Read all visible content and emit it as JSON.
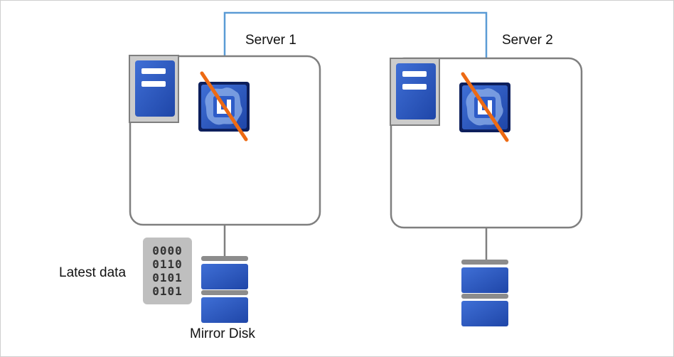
{
  "servers": [
    {
      "label": "Server 1"
    },
    {
      "label": "Server 2"
    }
  ],
  "latest_data": {
    "label": "Latest data",
    "bits": [
      "0000",
      "0110",
      "0101",
      "0101"
    ]
  },
  "mirror_disk": {
    "label": "Mirror Disk"
  },
  "icons": {
    "server": "server-icon",
    "failover_group": "failover-group-icon",
    "stopped_mark": "stopped-slash-icon",
    "disk": "disk-icon",
    "data": "data-bits-icon"
  },
  "colors": {
    "network_line": "#5b9bd5",
    "frame": "#7f7f7f",
    "icon_blue": "#2e5cc8",
    "icon_dark": "#1f3c8c",
    "stop_orange": "#ed6a13",
    "data_gray": "#bfbfbf"
  }
}
